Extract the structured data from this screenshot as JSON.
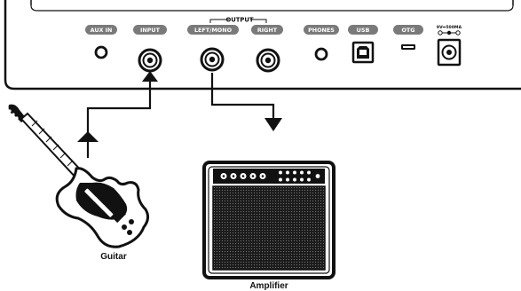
{
  "panel": {
    "ports": [
      {
        "id": "aux-in",
        "label": "AUX IN",
        "kind": "mini-jack"
      },
      {
        "id": "input",
        "label": "INPUT",
        "kind": "quarter-inch-jack"
      },
      {
        "id": "left-mono",
        "label": "LEFT/MONO",
        "kind": "quarter-inch-jack"
      },
      {
        "id": "right",
        "label": "RIGHT",
        "kind": "quarter-inch-jack"
      },
      {
        "id": "phones",
        "label": "PHONES",
        "kind": "mini-jack"
      },
      {
        "id": "usb",
        "label": "USB",
        "kind": "usb-b"
      },
      {
        "id": "otg",
        "label": "OTG",
        "kind": "micro-usb"
      }
    ],
    "output_group_label": "OUTPUT",
    "power_label": "9V⎓500MA",
    "power_kind": "dc-barrel"
  },
  "devices": {
    "guitar_label": "Guitar",
    "amplifier_label": "Amplifier"
  },
  "connections": [
    {
      "from": "guitar",
      "to": "input"
    },
    {
      "from": "left-mono",
      "to": "amplifier"
    }
  ],
  "colors": {
    "line": "#111111",
    "label_pill": "#7a7a7a",
    "background": "#ffffff"
  }
}
